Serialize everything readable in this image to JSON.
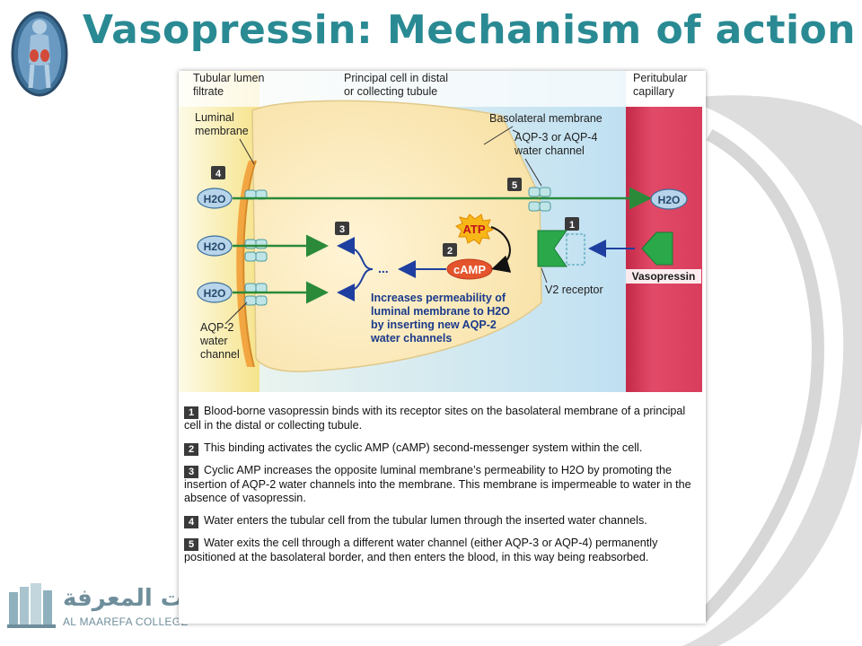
{
  "slide": {
    "title": "Vasopressin: Mechanism of action",
    "logo_arabic": "كليات المعرفة",
    "logo_english": "AL MAAREFA COLLEGE"
  },
  "diagram": {
    "lumen_label_1": "Tubular lumen",
    "lumen_label_2": "filtrate",
    "cell_label_1": "Principal cell in distal",
    "cell_label_2": "or collecting tubule",
    "capillary_label_1": "Peritubular",
    "capillary_label_2": "capillary",
    "luminal_membrane_1": "Luminal",
    "luminal_membrane_2": "membrane",
    "basolateral_membrane": "Basolateral membrane",
    "aqp34_1": "AQP-3 or AQP-4",
    "aqp34_2": "water channel",
    "aqp2_1": "AQP-2",
    "aqp2_2": "water",
    "aqp2_3": "channel",
    "water": "H2O",
    "atp": "ATP",
    "camp": "cAMP",
    "vasopressin": "Vasopressin",
    "v2_receptor": "V2 receptor",
    "ellipsis": "...",
    "increase_1": "Increases permeability of",
    "increase_2": "luminal membrane to H2O",
    "increase_3": "by inserting new AQP-2",
    "increase_4": "water channels",
    "step_labels": [
      "1",
      "2",
      "3",
      "4",
      "5"
    ]
  },
  "notes": [
    {
      "num": "1",
      "text": "Blood-borne vasopressin binds with its receptor sites on the basolateral membrane of a principal cell in the distal or collecting tubule."
    },
    {
      "num": "2",
      "text": "This binding activates the cyclic AMP (cAMP) second-messenger system within the cell."
    },
    {
      "num": "3",
      "text": "Cyclic AMP increases the opposite luminal membrane’s permeability to H2O by promoting the insertion of AQP-2 water channels into the membrane. This membrane is impermeable to water in the absence of vasopressin."
    },
    {
      "num": "4",
      "text": "Water enters the tubular cell from the tubular lumen through the inserted water channels."
    },
    {
      "num": "5",
      "text": "Water exits the cell through a different water channel (either AQP-3 or AQP-4) permanently positioned at the basolateral border, and then enters the blood, in this way being reabsorbed."
    }
  ],
  "colors": {
    "title": "#2a8a93",
    "water_arrow": "#2a8a3a",
    "signal_arrow": "#1f3fa0",
    "capillary": "#d83a5a",
    "receptor": "#2aa84a"
  }
}
